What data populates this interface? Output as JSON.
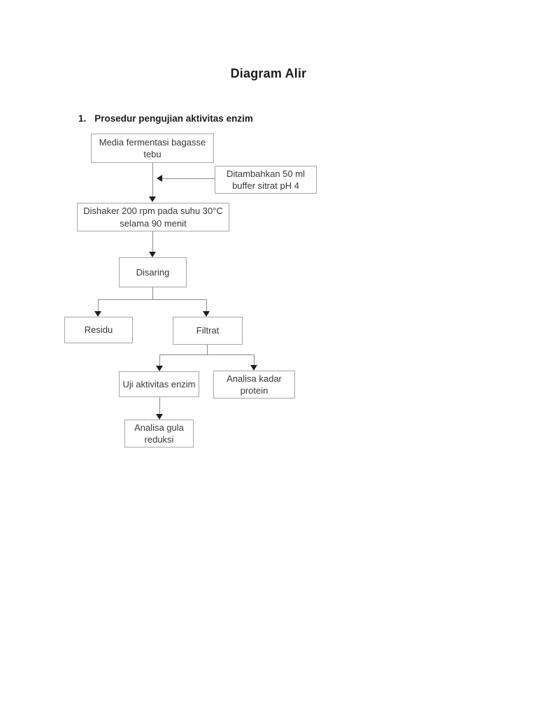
{
  "page": {
    "title": "Diagram Alir",
    "section": {
      "number": "1.",
      "heading": "Prosedur pengujian aktivitas enzim"
    }
  },
  "flowchart": {
    "nodes": {
      "media_fermentasi": {
        "label": "Media fermentasi bagasse tebu"
      },
      "buffer_sitrat": {
        "label": "Ditambahkan 50 ml buffer sitrat pH 4"
      },
      "dishaker": {
        "label": "Dishaker 200 rpm pada suhu 30°C selama 90 menit"
      },
      "disaring": {
        "label": "Disaring"
      },
      "residu": {
        "label": "Residu"
      },
      "filtrat": {
        "label": "Filtrat"
      },
      "uji_aktivitas_enzim": {
        "label": "Uji aktivitas enzim"
      },
      "analisa_kadar_protein": {
        "label": "Analisa kadar protein"
      },
      "analisa_gula_reduksi": {
        "label": "Analisa gula reduksi"
      }
    },
    "colors": {
      "line": "#8a8a8a",
      "arrowhead": "#1f1f1f",
      "box_border": "#a6a6a6",
      "text": "#383838",
      "heading": "#1c1c1c"
    }
  }
}
